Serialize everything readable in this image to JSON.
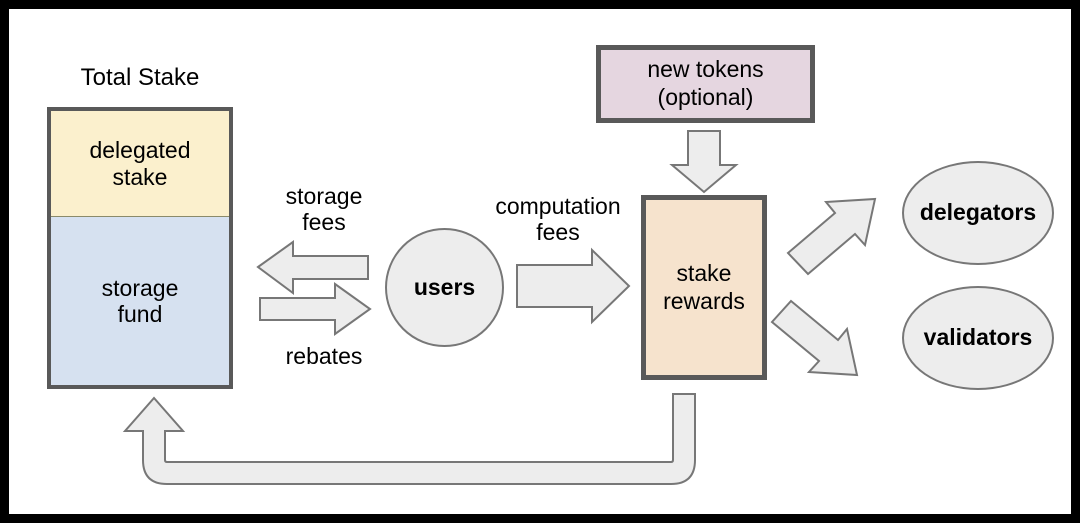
{
  "diagram": {
    "title_label": "Total Stake",
    "frame_color": "#000000",
    "nodes": {
      "delegated_stake": {
        "label": "delegated\nstake",
        "color": "#fbf0cd"
      },
      "storage_fund": {
        "label": "storage\nfund",
        "color": "#d6e1f0"
      },
      "users": {
        "label": "users",
        "color": "#ededed"
      },
      "new_tokens": {
        "label": "new tokens\n(optional)",
        "color": "#e5d6e0"
      },
      "stake_rewards": {
        "label": "stake\nrewards",
        "color": "#f6e3cd"
      },
      "delegators": {
        "label": "delegators",
        "color": "#ededed"
      },
      "validators": {
        "label": "validators",
        "color": "#ededed"
      }
    },
    "edges": {
      "storage_fees": {
        "label": "storage\nfees",
        "direction": "left",
        "from": "users",
        "to": "storage_fund"
      },
      "rebates": {
        "label": "rebates",
        "direction": "right",
        "from": "storage_fund",
        "to": "users"
      },
      "computation_fees": {
        "label": "computation\nfees",
        "direction": "right",
        "from": "users",
        "to": "stake_rewards"
      },
      "new_tokens_to_rewards": {
        "label": "",
        "direction": "down",
        "from": "new_tokens",
        "to": "stake_rewards"
      },
      "rewards_to_delegators": {
        "label": "",
        "direction": "up-right",
        "from": "stake_rewards",
        "to": "delegators"
      },
      "rewards_to_validators": {
        "label": "",
        "direction": "down-right",
        "from": "stake_rewards",
        "to": "validators"
      },
      "rewards_to_storage_fund": {
        "label": "",
        "direction": "loop-left-up",
        "from": "stake_rewards",
        "to": "storage_fund"
      }
    },
    "arrow_fill": "#ededed",
    "arrow_stroke": "#777777",
    "node_border": "#595959"
  }
}
